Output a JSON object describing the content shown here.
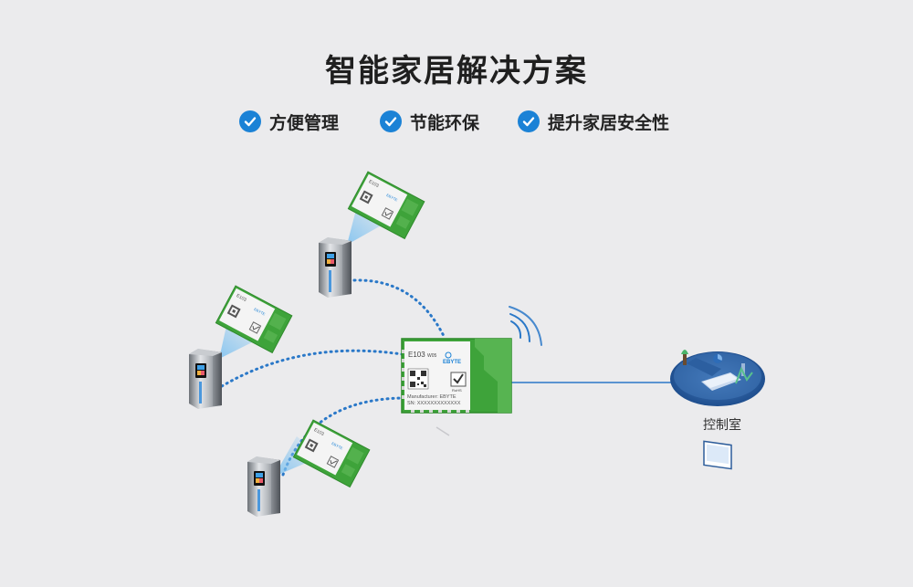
{
  "title": "智能家居解决方案",
  "features": [
    {
      "label": "方便管理",
      "icon": "check-circle-icon"
    },
    {
      "label": "节能环保",
      "icon": "check-circle-icon"
    },
    {
      "label": "提升家居安全性",
      "icon": "check-circle-icon"
    }
  ],
  "gateway": {
    "model": "E103",
    "variant": "W05",
    "brand": "EBYTE",
    "manufacturer": "Manufacturer: EBYTE",
    "sn": "SN: XXXXXXXXXXXXX",
    "rohs": "RoHS"
  },
  "node_module": {
    "model": "E103",
    "variant": "W05",
    "brand": "EBYTE"
  },
  "control_room": {
    "label": "控制室"
  },
  "colors": {
    "accent": "#1b82d6",
    "pcb_green": "#3ea33a",
    "link_blue": "#2a78c8",
    "background": "#ebebed"
  }
}
